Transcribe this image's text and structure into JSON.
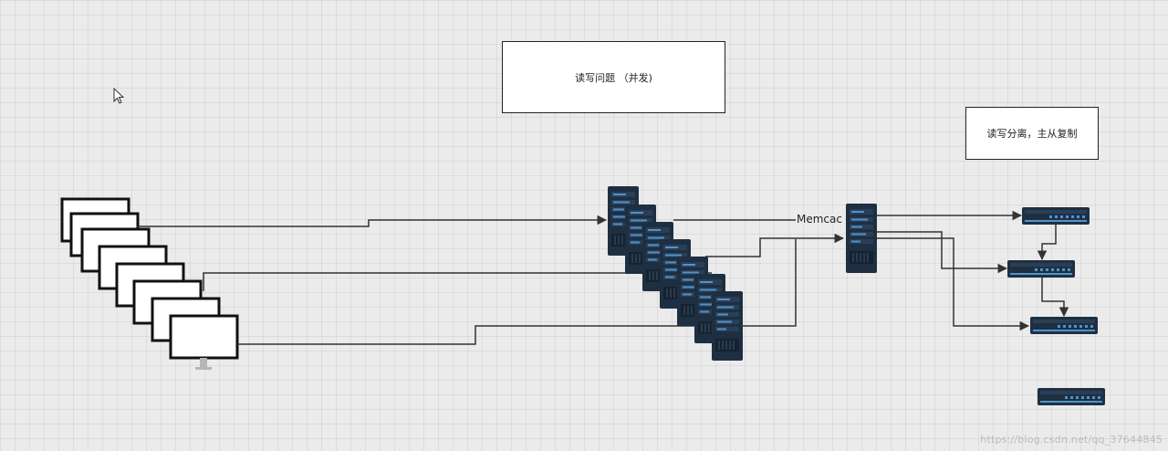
{
  "labels": {
    "concurrency_box": "读写问题 （并发)",
    "rw_split_box": "读写分离，主从复制",
    "memcache": "Memcac"
  },
  "watermark": "https://blog.csdn.net/qq_37644845",
  "colors": {
    "server_body": "#1e2f42",
    "server_stripe": "#3a7bb4",
    "line": "#333333"
  }
}
